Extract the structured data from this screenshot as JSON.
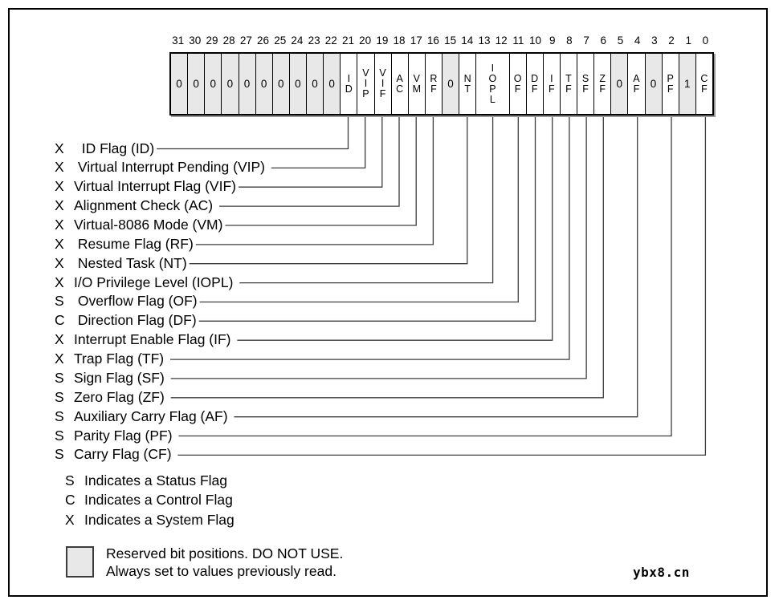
{
  "register": {
    "bit_numbers": [
      "31",
      "30",
      "29",
      "28",
      "27",
      "26",
      "25",
      "24",
      "23",
      "22",
      "21",
      "20",
      "19",
      "18",
      "17",
      "16",
      "15",
      "14",
      "13",
      "12",
      "11",
      "10",
      "9",
      "8",
      "7",
      "6",
      "5",
      "4",
      "3",
      "2",
      "1",
      "0"
    ],
    "cells": [
      {
        "text": "0",
        "span": 1,
        "reserved": true,
        "bits": "31"
      },
      {
        "text": "0",
        "span": 1,
        "reserved": true,
        "bits": "30"
      },
      {
        "text": "0",
        "span": 1,
        "reserved": true,
        "bits": "29"
      },
      {
        "text": "0",
        "span": 1,
        "reserved": true,
        "bits": "28"
      },
      {
        "text": "0",
        "span": 1,
        "reserved": true,
        "bits": "27"
      },
      {
        "text": "0",
        "span": 1,
        "reserved": true,
        "bits": "26"
      },
      {
        "text": "0",
        "span": 1,
        "reserved": true,
        "bits": "25"
      },
      {
        "text": "0",
        "span": 1,
        "reserved": true,
        "bits": "24"
      },
      {
        "text": "0",
        "span": 1,
        "reserved": true,
        "bits": "23"
      },
      {
        "text": "0",
        "span": 1,
        "reserved": true,
        "bits": "22"
      },
      {
        "text": "ID",
        "span": 1,
        "reserved": false,
        "bits": "21"
      },
      {
        "text": "VIP",
        "span": 1,
        "reserved": false,
        "bits": "20"
      },
      {
        "text": "VIF",
        "span": 1,
        "reserved": false,
        "bits": "19"
      },
      {
        "text": "AC",
        "span": 1,
        "reserved": false,
        "bits": "18"
      },
      {
        "text": "VM",
        "span": 1,
        "reserved": false,
        "bits": "17"
      },
      {
        "text": "RF",
        "span": 1,
        "reserved": false,
        "bits": "16"
      },
      {
        "text": "0",
        "span": 1,
        "reserved": true,
        "bits": "15"
      },
      {
        "text": "NT",
        "span": 1,
        "reserved": false,
        "bits": "14"
      },
      {
        "text": "IOPL",
        "span": 2,
        "reserved": false,
        "bits": "13-12"
      },
      {
        "text": "OF",
        "span": 1,
        "reserved": false,
        "bits": "11"
      },
      {
        "text": "DF",
        "span": 1,
        "reserved": false,
        "bits": "10"
      },
      {
        "text": "IF",
        "span": 1,
        "reserved": false,
        "bits": "9"
      },
      {
        "text": "TF",
        "span": 1,
        "reserved": false,
        "bits": "8"
      },
      {
        "text": "SF",
        "span": 1,
        "reserved": false,
        "bits": "7"
      },
      {
        "text": "ZF",
        "span": 1,
        "reserved": false,
        "bits": "6"
      },
      {
        "text": "0",
        "span": 1,
        "reserved": true,
        "bits": "5"
      },
      {
        "text": "AF",
        "span": 1,
        "reserved": false,
        "bits": "4"
      },
      {
        "text": "0",
        "span": 1,
        "reserved": true,
        "bits": "3"
      },
      {
        "text": "PF",
        "span": 1,
        "reserved": false,
        "bits": "2"
      },
      {
        "text": "1",
        "span": 1,
        "reserved": true,
        "bits": "1"
      },
      {
        "text": "CF",
        "span": 1,
        "reserved": false,
        "bits": "0"
      }
    ]
  },
  "flags": [
    {
      "marker": "X",
      "label": "  ID Flag (ID)",
      "bit": 21
    },
    {
      "marker": "X",
      "label": " Virtual Interrupt Pending (VIP) ",
      "bit": 20
    },
    {
      "marker": "X",
      "label": "Virtual Interrupt Flag (VIF)",
      "bit": 19
    },
    {
      "marker": "X",
      "label": "Alignment Check (AC) ",
      "bit": 18
    },
    {
      "marker": "X",
      "label": "Virtual-8086 Mode (VM)",
      "bit": 17
    },
    {
      "marker": "X",
      "label": " Resume Flag (RF)",
      "bit": 16
    },
    {
      "marker": "X",
      "label": " Nested Task (NT)",
      "bit": 14
    },
    {
      "marker": "X",
      "label": "I/O Privilege Level (IOPL) ",
      "bit": 12.5
    },
    {
      "marker": "S",
      "label": " Overflow Flag (OF)",
      "bit": 11
    },
    {
      "marker": "C",
      "label": " Direction Flag (DF)",
      "bit": 10
    },
    {
      "marker": "X",
      "label": "Interrupt Enable Flag (IF) ",
      "bit": 9
    },
    {
      "marker": "X",
      "label": "Trap Flag (TF) ",
      "bit": 8
    },
    {
      "marker": "S",
      "label": "Sign Flag (SF) ",
      "bit": 7
    },
    {
      "marker": "S",
      "label": "Zero Flag (ZF) ",
      "bit": 6
    },
    {
      "marker": "S",
      "label": "Auxiliary Carry Flag (AF) ",
      "bit": 4
    },
    {
      "marker": "S",
      "label": "Parity Flag (PF) ",
      "bit": 2
    },
    {
      "marker": "S",
      "label": "Carry Flag (CF) ",
      "bit": 0
    }
  ],
  "legend": [
    {
      "marker": "S",
      "text": "Indicates a Status Flag"
    },
    {
      "marker": "C",
      "text": "Indicates a Control Flag"
    },
    {
      "marker": "X",
      "text": "Indicates a System Flag"
    }
  ],
  "reserved_note": {
    "line1": "Reserved bit positions. DO NOT USE.",
    "line2": "Always set to values previously read."
  },
  "watermark": "ybx8.cn",
  "colors": {
    "reserved_fill": "#e8e8e8",
    "line": "#3d3d3d",
    "border": "#000000"
  }
}
